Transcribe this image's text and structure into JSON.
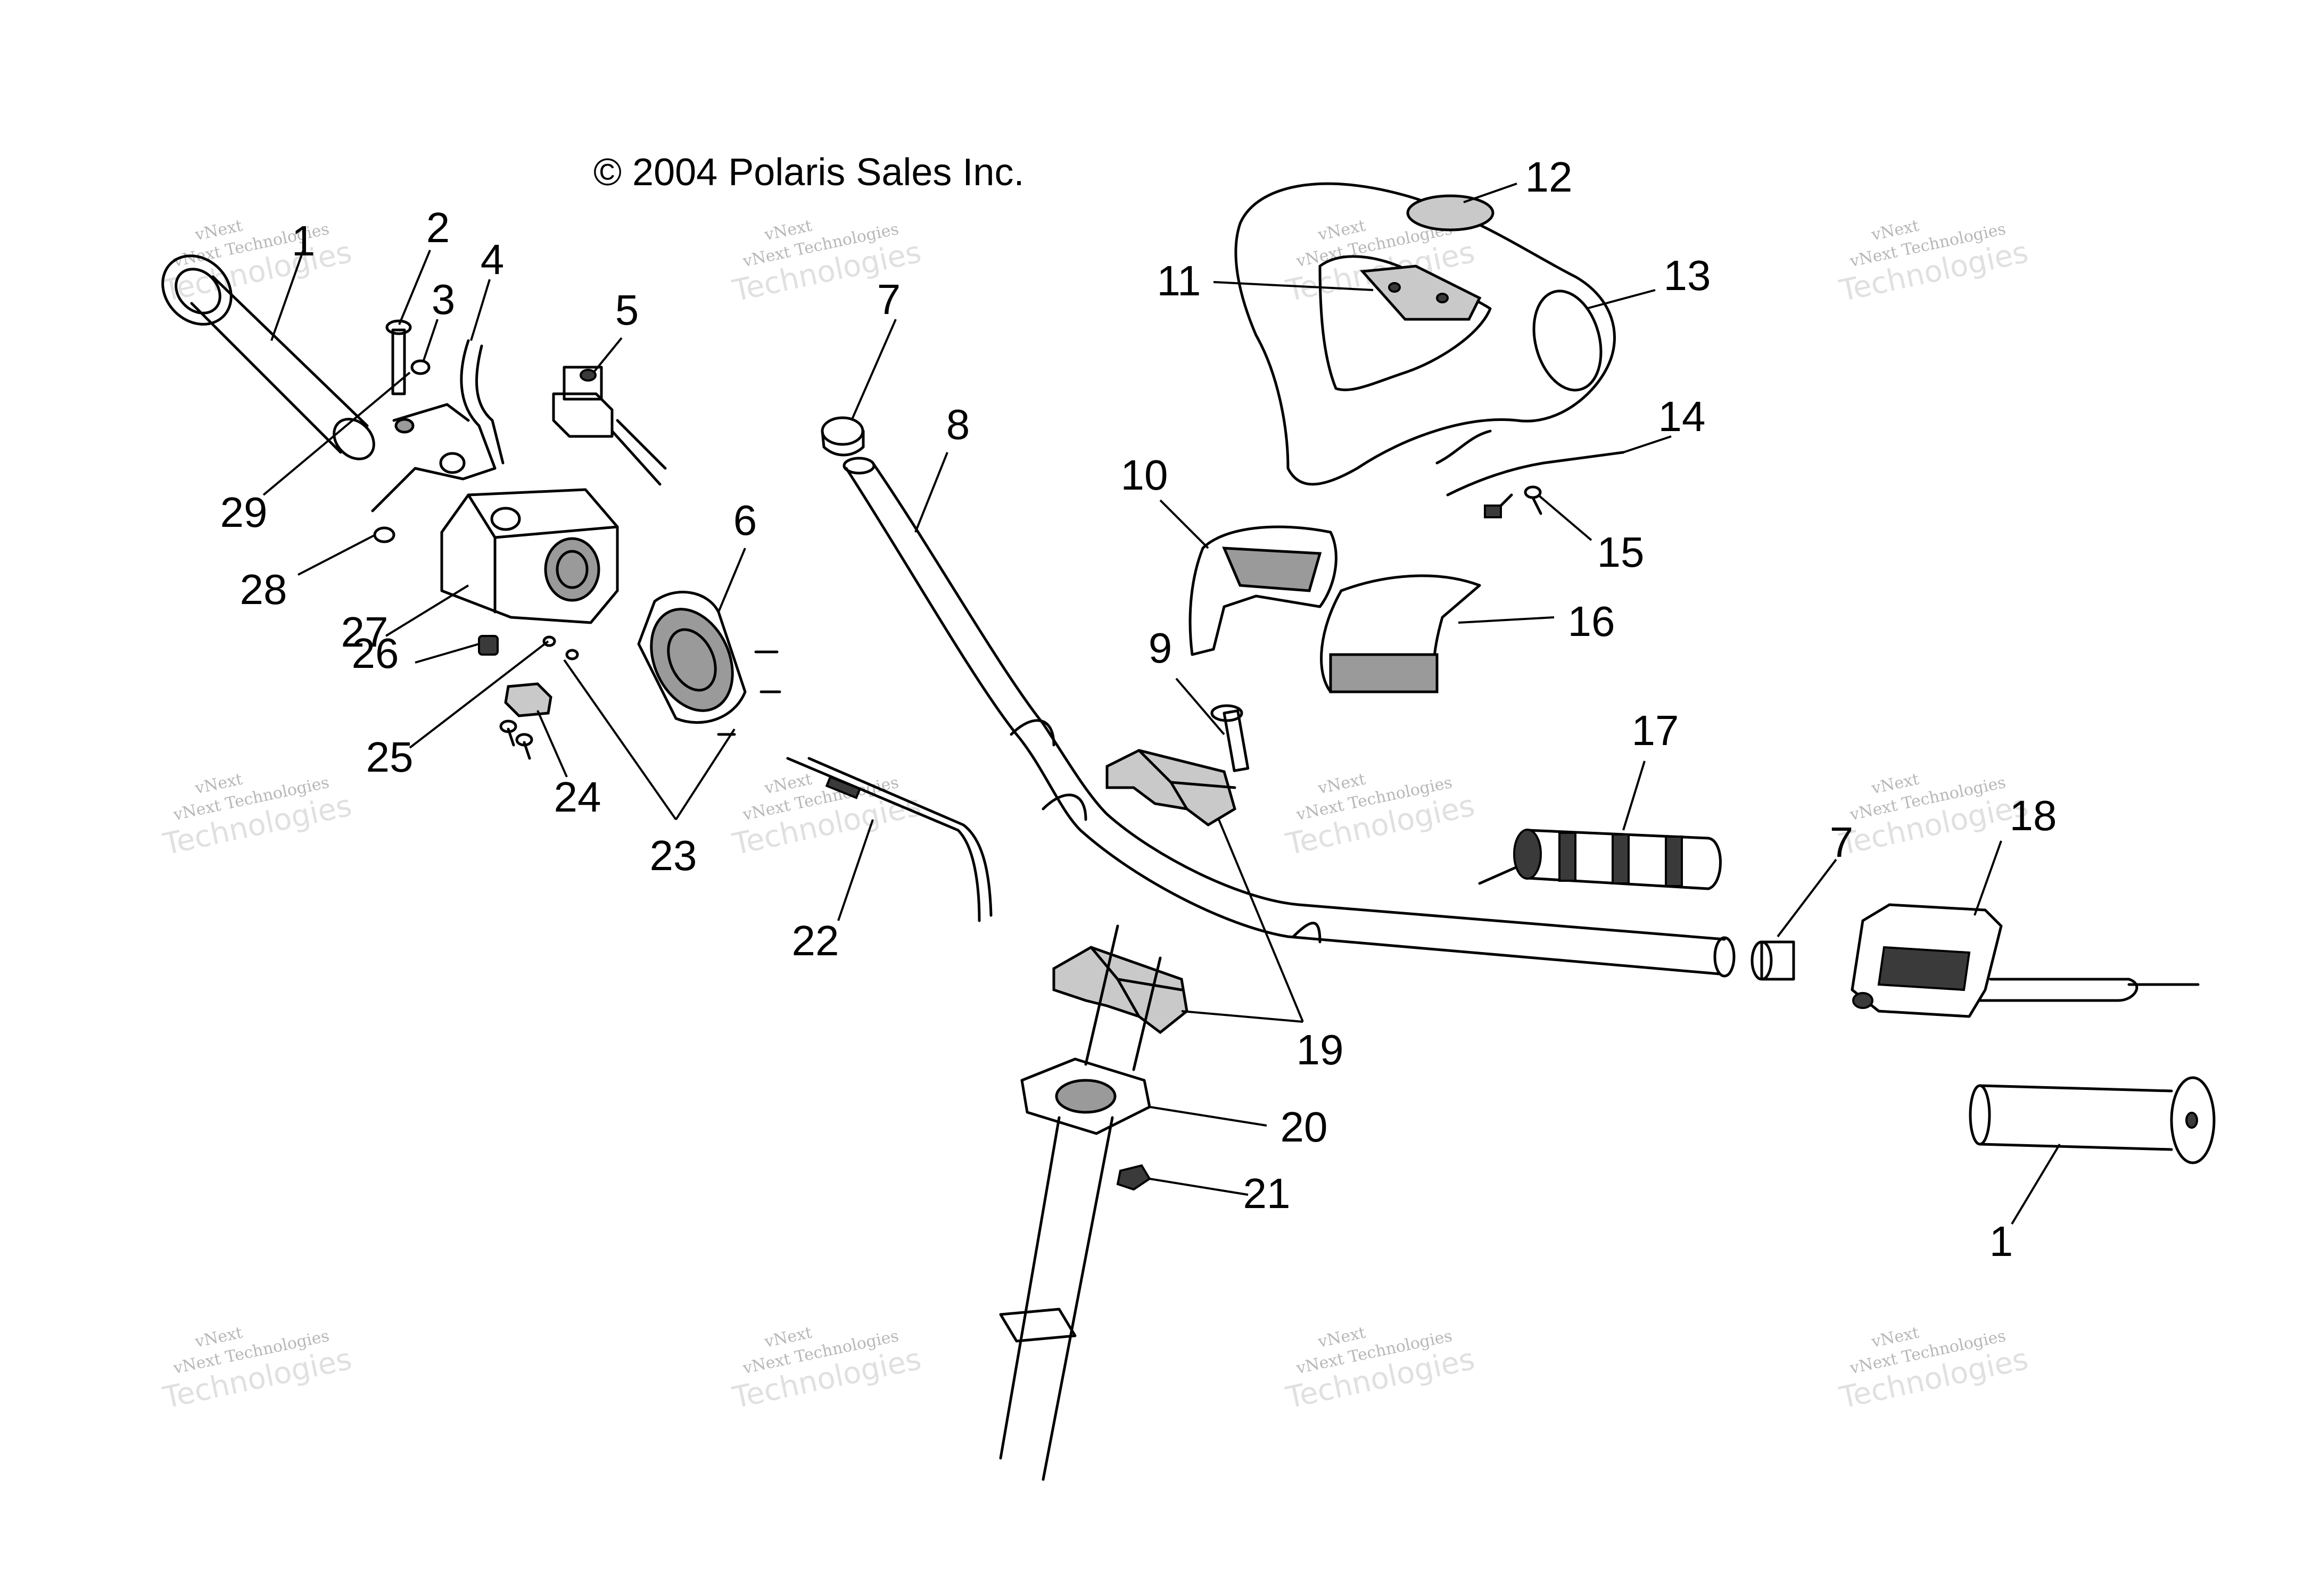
{
  "copyright": "© 2004 Polaris Sales Inc.",
  "watermark": {
    "line1": "vNext",
    "line2": "vNext Technologies",
    "line3": "Technologies"
  },
  "callouts": [
    "1",
    "2",
    "3",
    "4",
    "5",
    "6",
    "7",
    "8",
    "9",
    "10",
    "11",
    "12",
    "13",
    "14",
    "15",
    "16",
    "17",
    "18",
    "19",
    "20",
    "21",
    "22",
    "23",
    "24",
    "25",
    "26",
    "27",
    "28",
    "29",
    "7",
    "1",
    "19"
  ]
}
